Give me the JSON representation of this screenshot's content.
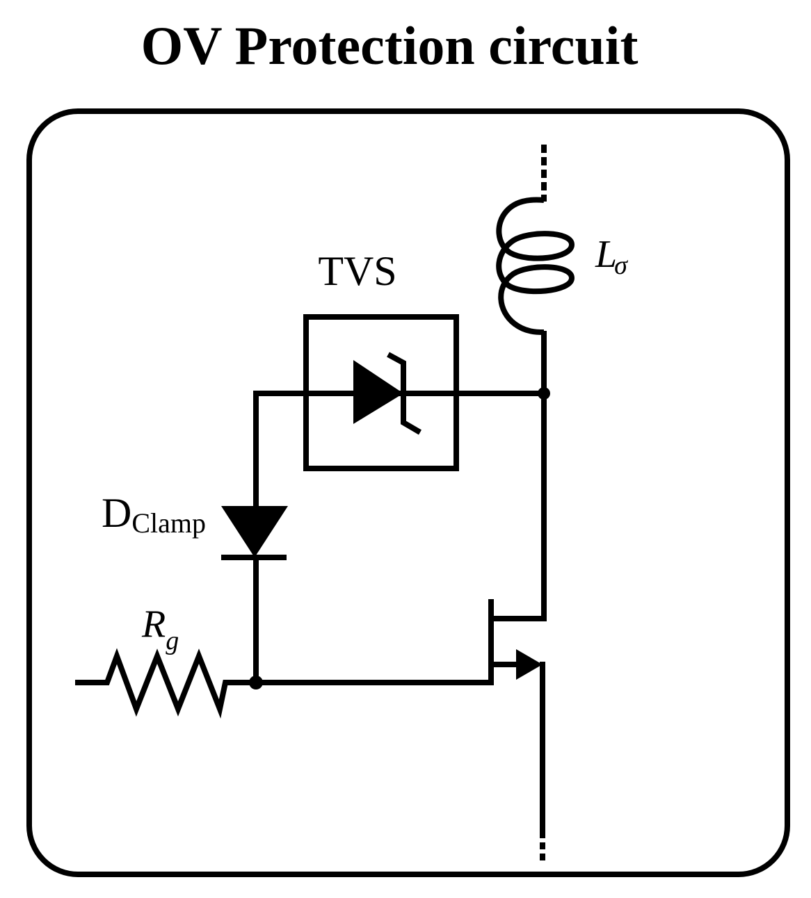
{
  "title": "OV Protection circuit",
  "labels": {
    "tvs": "TVS",
    "dclamp_main": "D",
    "dclamp_sub": "Clamp",
    "rg_main": "R",
    "rg_sub": "g",
    "l_main": "L",
    "l_sub": "σ"
  },
  "colors": {
    "stroke": "#000000",
    "background": "#ffffff"
  }
}
